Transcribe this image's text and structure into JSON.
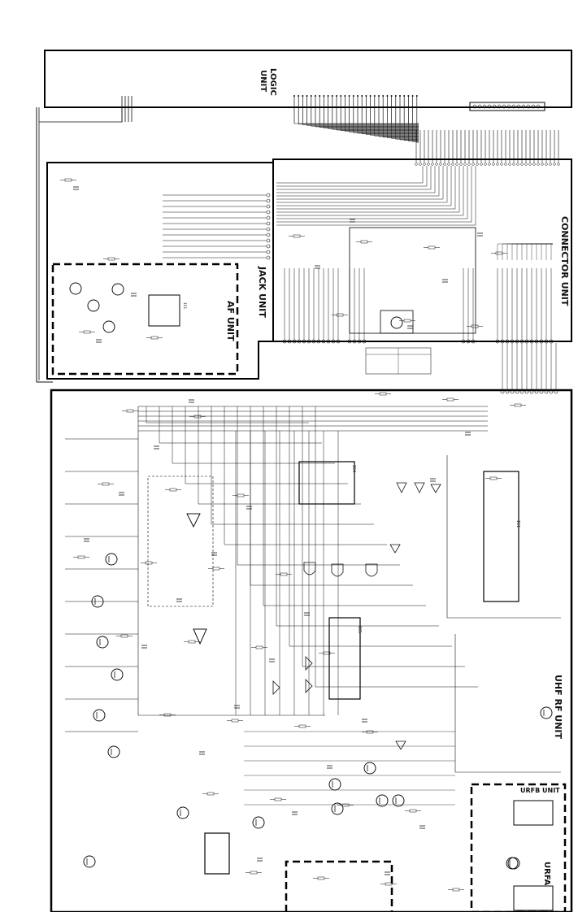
{
  "units": {
    "logic": {
      "line1": "LOGIC",
      "line2": "UNIT"
    },
    "connector": "CONNECTOR UNIT",
    "jack": "JACK UNIT",
    "af": "AF UNIT",
    "uhf_rf": "UHF RF UNIT",
    "urfb": "URFB UNIT",
    "urfa": "URFA"
  },
  "ics": {
    "ic_upper": "IC4",
    "ic_mid": "IC5",
    "ic_right": "IC1",
    "ic_af": "IC1"
  },
  "colors": {
    "ink": "#111111",
    "paper": "#ffffff"
  }
}
